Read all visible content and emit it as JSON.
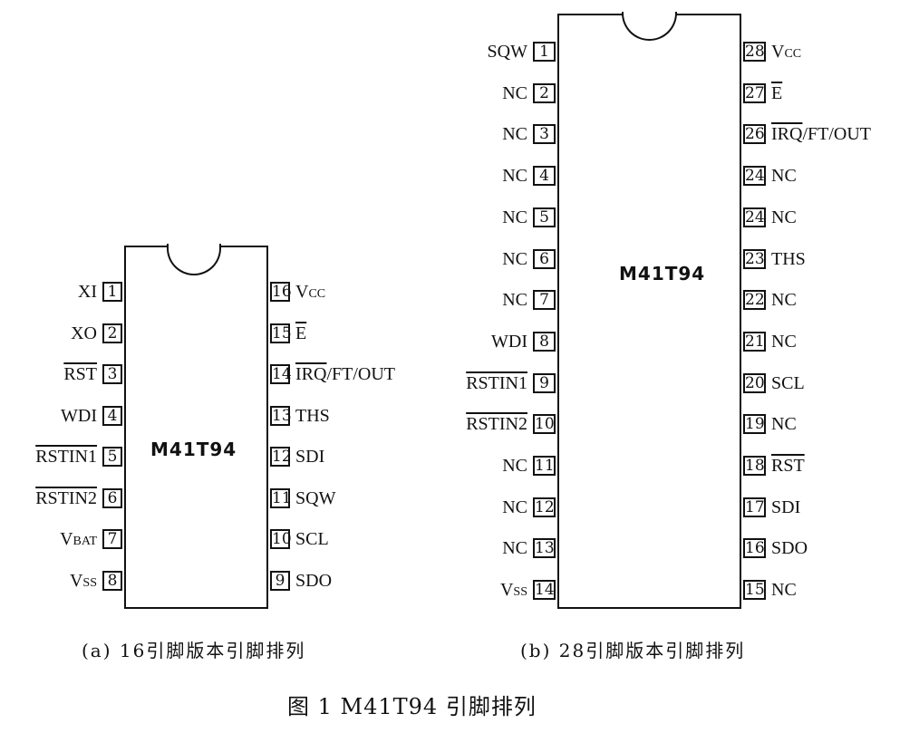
{
  "figure_title": "图 1   M41T94 引脚排列",
  "diagram_a": {
    "chip_name": "M41T94",
    "caption": "(a) 16引脚版本引脚排列",
    "left_pins": [
      {
        "num": "1",
        "label": "XI"
      },
      {
        "num": "2",
        "label": "XO"
      },
      {
        "num": "3",
        "label": "RST",
        "overline": true
      },
      {
        "num": "4",
        "label": "WDI"
      },
      {
        "num": "5",
        "label": "RSTIN1",
        "overline": true
      },
      {
        "num": "6",
        "label": "RSTIN2",
        "overline": true
      },
      {
        "num": "7",
        "label": "V",
        "sub": "BAT"
      },
      {
        "num": "8",
        "label": "V",
        "sub": "SS"
      }
    ],
    "right_pins": [
      {
        "num": "16",
        "label": "V",
        "sub": "CC"
      },
      {
        "num": "15",
        "label": "E",
        "overline": true
      },
      {
        "num": "14",
        "label": "IRQ",
        "overline": true,
        "suffix": "/FT/OUT"
      },
      {
        "num": "13",
        "label": "THS"
      },
      {
        "num": "12",
        "label": "SDI"
      },
      {
        "num": "11",
        "label": "SQW"
      },
      {
        "num": "10",
        "label": "SCL"
      },
      {
        "num": "9",
        "label": "SDO"
      }
    ]
  },
  "diagram_b": {
    "chip_name": "M41T94",
    "caption": "(b) 28引脚版本引脚排列",
    "left_pins": [
      {
        "num": "1",
        "label": "SQW"
      },
      {
        "num": "2",
        "label": "NC"
      },
      {
        "num": "3",
        "label": "NC"
      },
      {
        "num": "4",
        "label": "NC"
      },
      {
        "num": "5",
        "label": "NC"
      },
      {
        "num": "6",
        "label": "NC"
      },
      {
        "num": "7",
        "label": "NC"
      },
      {
        "num": "8",
        "label": "WDI"
      },
      {
        "num": "9",
        "label": "RSTIN1",
        "overline": true
      },
      {
        "num": "10",
        "label": "RSTIN2",
        "overline": true
      },
      {
        "num": "11",
        "label": "NC"
      },
      {
        "num": "12",
        "label": "NC"
      },
      {
        "num": "13",
        "label": "NC"
      },
      {
        "num": "14",
        "label": "V",
        "sub": "SS"
      }
    ],
    "right_pins": [
      {
        "num": "28",
        "label": "V",
        "sub": "CC"
      },
      {
        "num": "27",
        "label": "E",
        "overline": true
      },
      {
        "num": "26",
        "label": "IRQ",
        "overline": true,
        "suffix": "/FT/OUT"
      },
      {
        "num": "24",
        "label": "NC"
      },
      {
        "num": "24",
        "label": "NC"
      },
      {
        "num": "23",
        "label": "THS"
      },
      {
        "num": "22",
        "label": "NC"
      },
      {
        "num": "21",
        "label": "NC"
      },
      {
        "num": "20",
        "label": "SCL"
      },
      {
        "num": "19",
        "label": "NC"
      },
      {
        "num": "18",
        "label": "RST",
        "overline": true
      },
      {
        "num": "17",
        "label": "SDI"
      },
      {
        "num": "16",
        "label": "SDO"
      },
      {
        "num": "15",
        "label": "NC"
      }
    ]
  }
}
